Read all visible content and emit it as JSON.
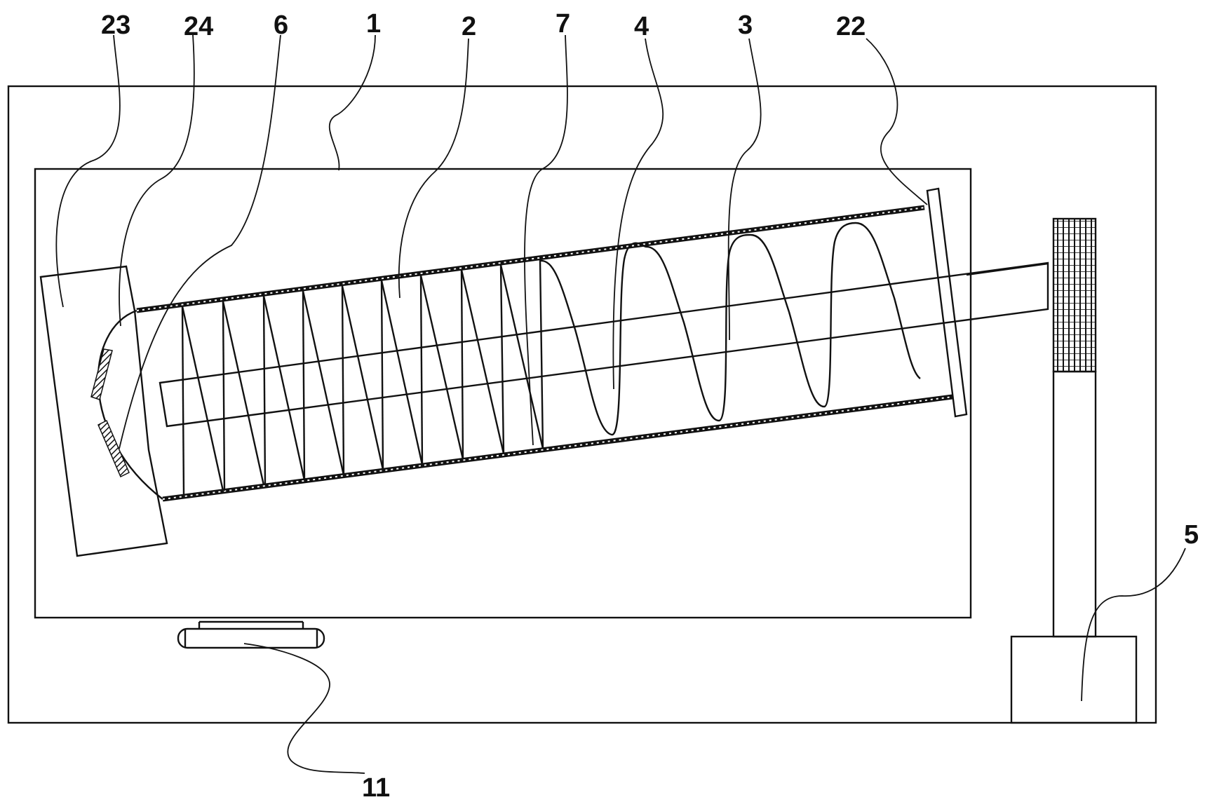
{
  "labels": {
    "l23": "23",
    "l24": "24",
    "l6": "6",
    "l1": "1",
    "l2": "2",
    "l7": "7",
    "l4": "4",
    "l3": "3",
    "l22": "22",
    "l5": "5",
    "l11": "11"
  },
  "colors": {
    "ink": "#111111",
    "background": "#ffffff"
  }
}
